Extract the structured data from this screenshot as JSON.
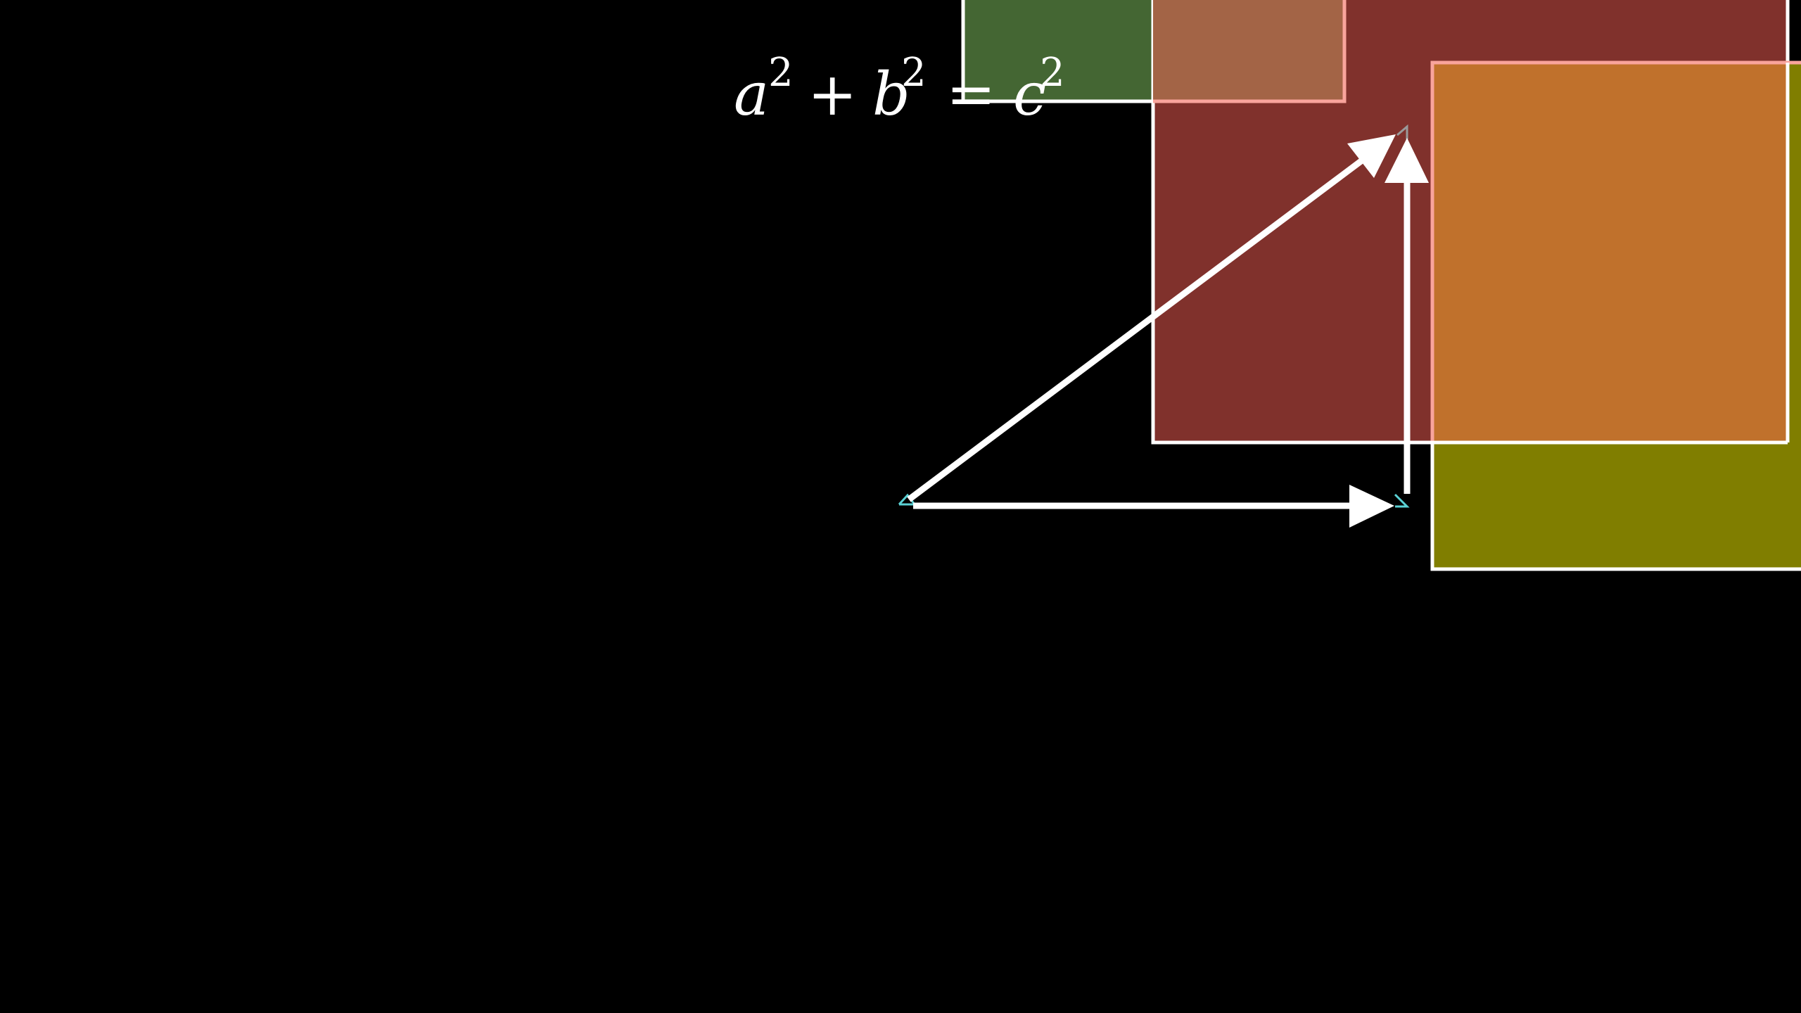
{
  "formula": {
    "a": "a",
    "b": "b",
    "c": "c",
    "exp": "2",
    "plus": "+",
    "equals": "="
  },
  "colors": {
    "background": "#000000",
    "square_a_fill": "#446633",
    "square_c_fill": "#80312c",
    "square_b_fill": "#807e00",
    "overlap_ac_fill": "#a36446",
    "overlap_cb_fill": "#c0712c",
    "stroke": "#ffffff",
    "highlight_stroke": "#f9a49c",
    "right_angle_marker": "#5ad1d4"
  },
  "icons": {
    "arrow_a": "arrow-right-icon",
    "arrow_b": "arrow-up-icon",
    "arrow_c": "arrow-diagonal-icon"
  }
}
